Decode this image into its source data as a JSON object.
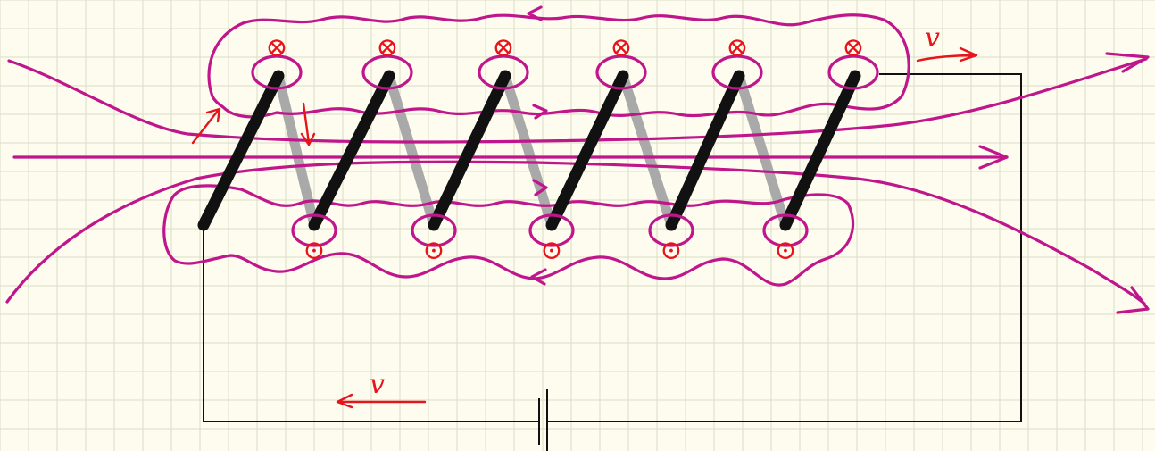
{
  "diagram": {
    "labels": {
      "velocity_top": "v",
      "velocity_bottom": "v"
    },
    "symbols": {
      "into_page": "⊗",
      "out_of_page": "⊙"
    },
    "colors": {
      "background": "#fdfcee",
      "grid": "#dcdcc8",
      "field_lines": "#c0168c",
      "wire_front": "#111111",
      "wire_back": "#a9a9a9",
      "annotation_red": "#e8141c",
      "circuit": "#111111"
    },
    "coil": {
      "turns": 6
    }
  }
}
